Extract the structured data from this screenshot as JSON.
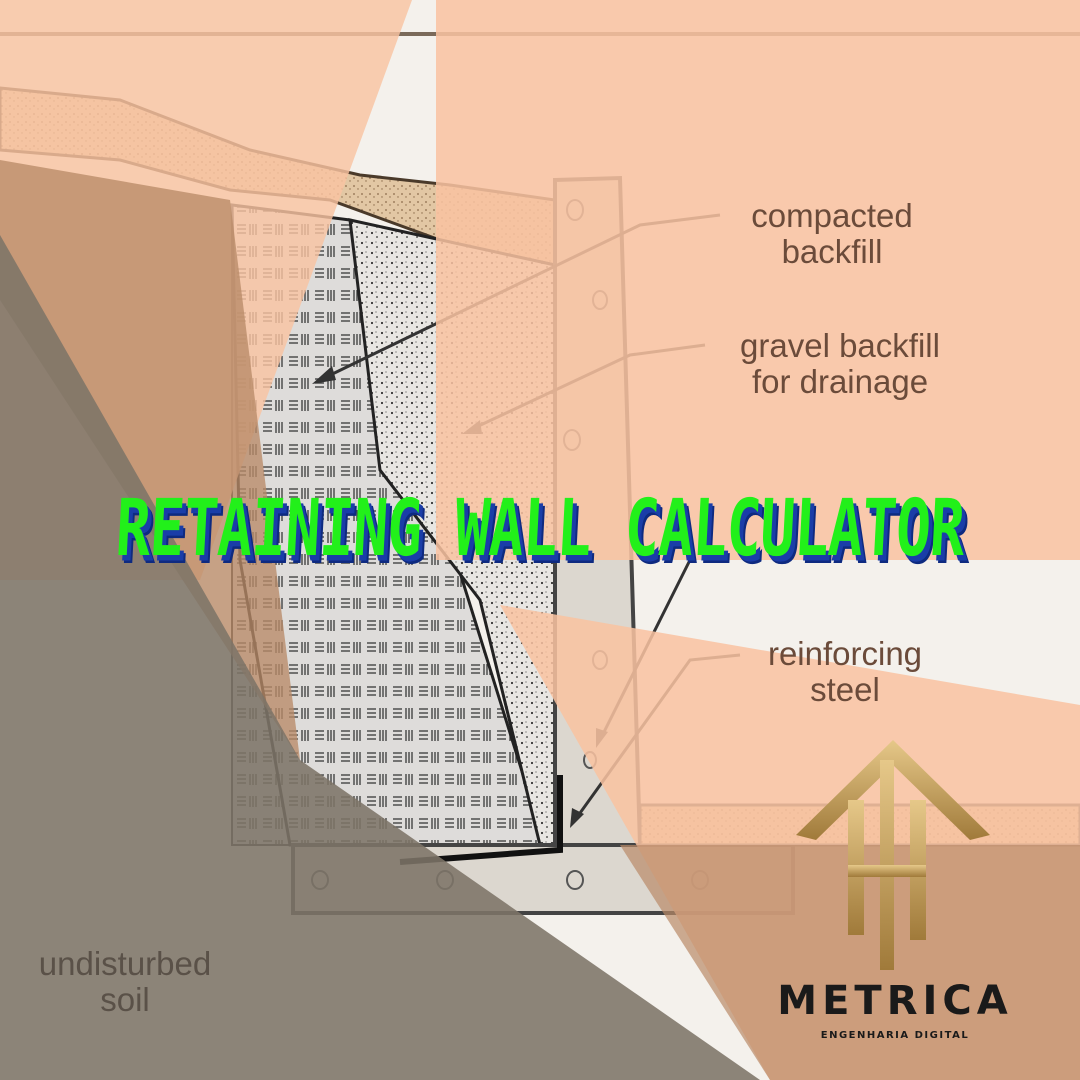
{
  "diagram": {
    "labels": {
      "compacted_backfill": [
        "compacted",
        "backfill"
      ],
      "gravel_backfill": [
        "gravel backfill",
        "for drainage"
      ],
      "reinforcing_steel": [
        "reinforcing",
        "steel"
      ],
      "undisturbed_soil": [
        "undisturbed",
        "soil"
      ]
    }
  },
  "title": "RETAINING WALL CALCULATOR",
  "brand": {
    "name": "METRICA",
    "tagline": "ENGENHARIA DIGITAL"
  },
  "colors": {
    "overlay_salmon": "#f9c3a1",
    "overlay_brown": "#b98a68",
    "overlay_gray": "#7d7468",
    "title_green": "#22f01a",
    "title_shadow_blue": "#1a3da8",
    "logo_gold": "#c9a35a"
  }
}
